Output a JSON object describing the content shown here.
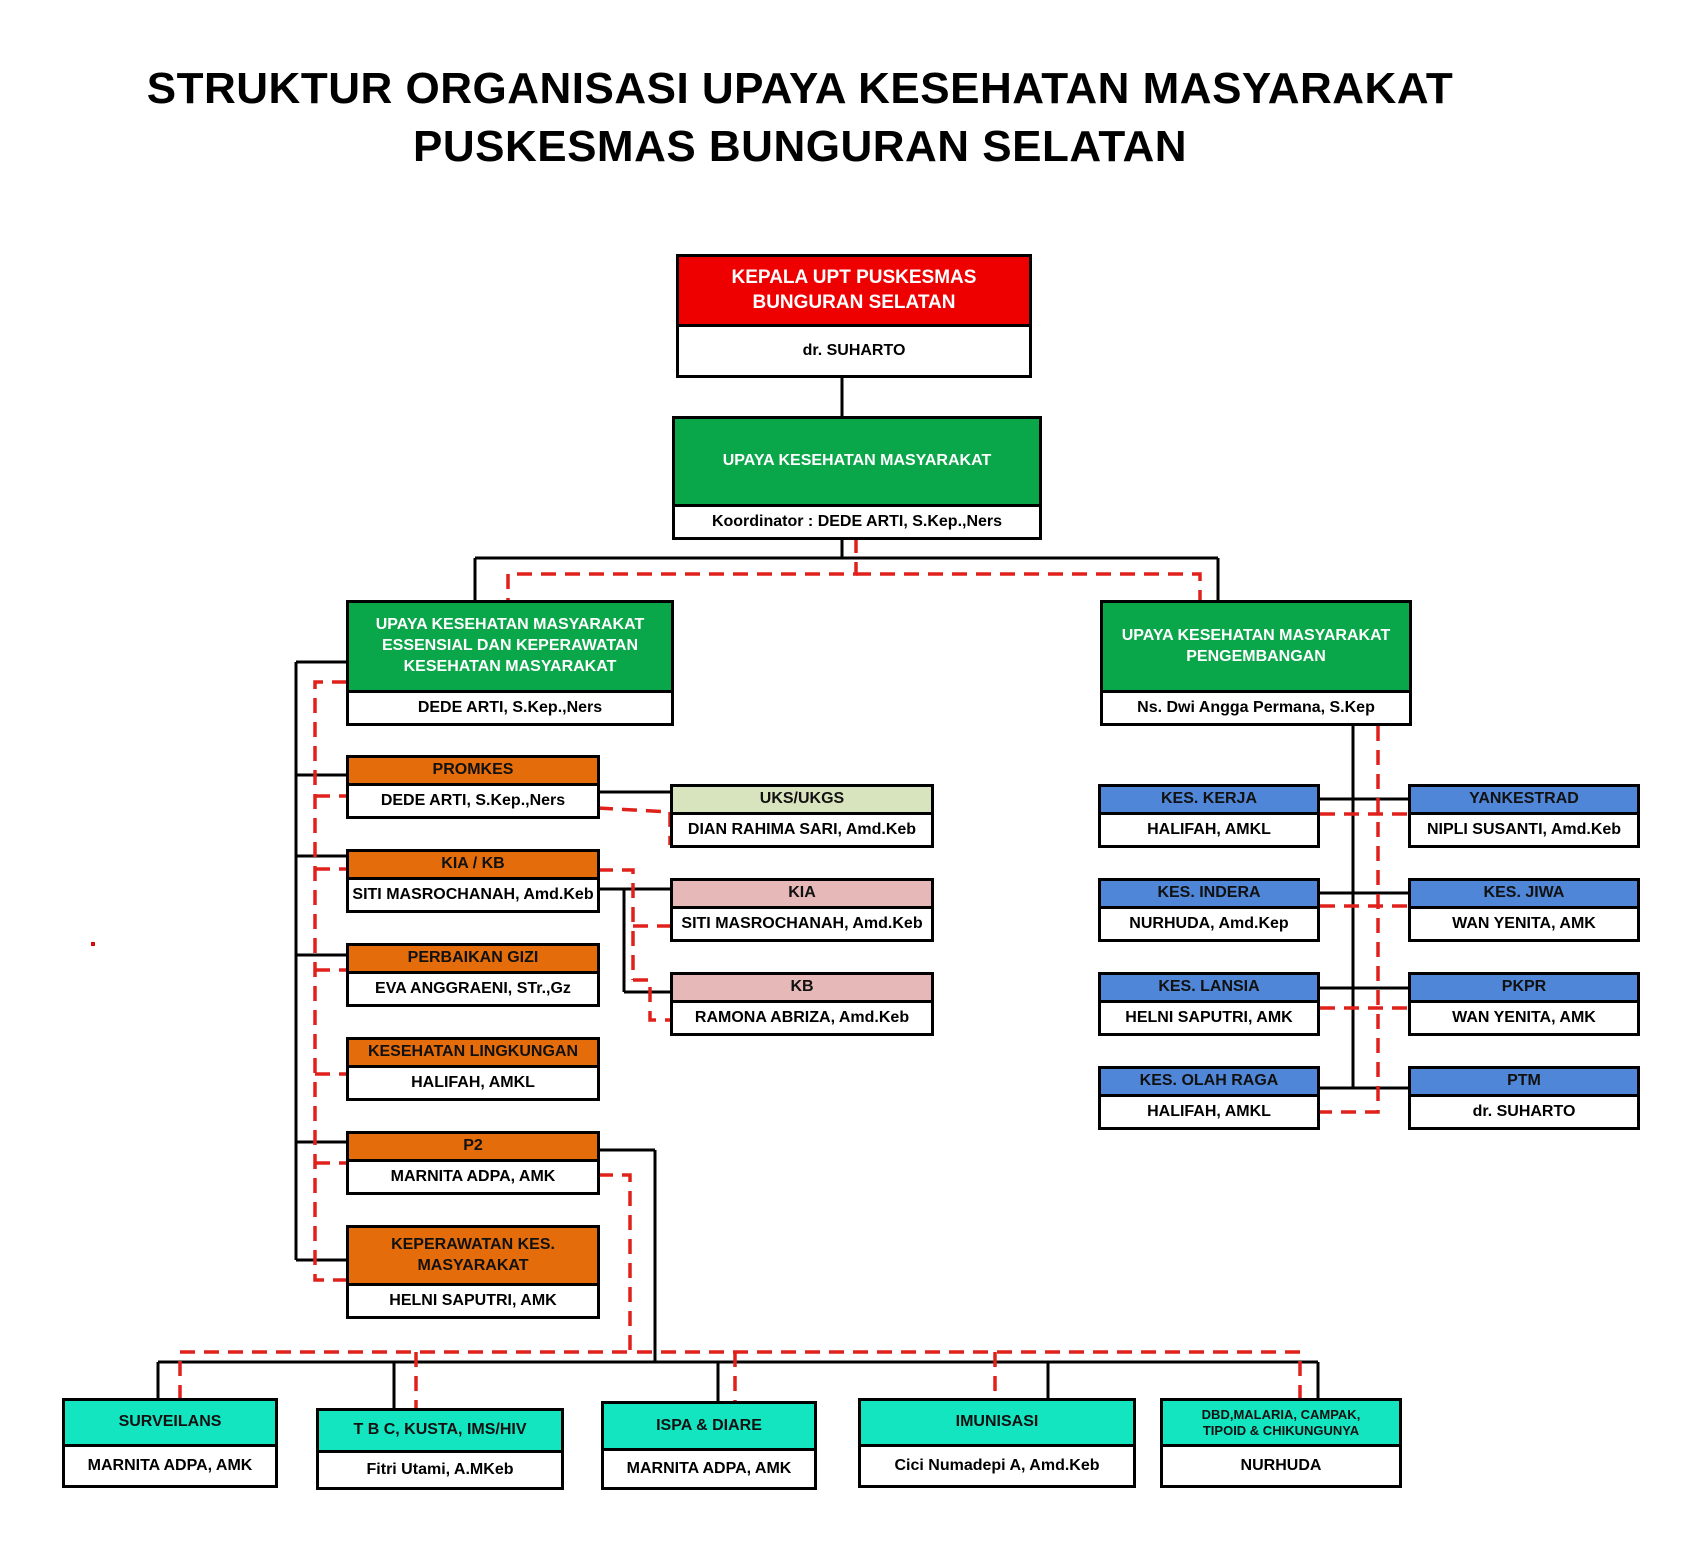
{
  "title": {
    "line1": "STRUKTUR ORGANISASI UPAYA KESEHATAN MASYARAKAT",
    "line2": "PUSKESMAS BUNGURAN SELATAN"
  },
  "colors": {
    "red": "#ee0000",
    "green": "#0aa64a",
    "orange": "#e46c0a",
    "light_green": "#d7e4bd",
    "pink": "#e6b9b8",
    "blue": "#4f86d8",
    "teal": "#13e5c0",
    "dashed_line": "#e0201b"
  },
  "nodes": {
    "kepala": {
      "title": "KEPALA UPT PUSKESMAS BUNGURAN SELATAN",
      "name": "dr. SUHARTO"
    },
    "ukm": {
      "title": "UPAYA KESEHATAN MASYARAKAT",
      "name": "Koordinator : DEDE ARTI, S.Kep.,Ners"
    },
    "esensial": {
      "title": "UPAYA KESEHATAN MASYARAKAT ESSENSIAL DAN KEPERAWATAN KESEHATAN MASYARAKAT",
      "name": "DEDE ARTI, S.Kep.,Ners"
    },
    "pengembangan": {
      "title": "UPAYA KESEHATAN MASYARAKAT PENGEMBANGAN",
      "name": "Ns. Dwi Angga Permana, S.Kep"
    },
    "promkes": {
      "title": "PROMKES",
      "name": "DEDE ARTI, S.Kep.,Ners"
    },
    "kiakb": {
      "title": "KIA / KB",
      "name": "SITI MASROCHANAH, Amd.Keb"
    },
    "gizi": {
      "title": "PERBAIKAN GIZI",
      "name": "EVA ANGGRAENI, STr.,Gz"
    },
    "kesling": {
      "title": "KESEHATAN LINGKUNGAN",
      "name": "HALIFAH, AMKL"
    },
    "p2": {
      "title": "P2",
      "name": "MARNITA ADPA, AMK"
    },
    "perkesmas": {
      "title": "KEPERAWATAN KES. MASYARAKAT",
      "name": "HELNI SAPUTRI, AMK"
    },
    "uks": {
      "title": "UKS/UKGS",
      "name": "DIAN RAHIMA SARI, Amd.Keb"
    },
    "kia": {
      "title": "KIA",
      "name": "SITI MASROCHANAH, Amd.Keb"
    },
    "kb": {
      "title": "KB",
      "name": "RAMONA ABRIZA, Amd.Keb"
    },
    "keskerja": {
      "title": "KES. KERJA",
      "name": "HALIFAH, AMKL"
    },
    "kesindera": {
      "title": "KES. INDERA",
      "name": "NURHUDA, Amd.Kep"
    },
    "keslansia": {
      "title": "KES. LANSIA",
      "name": "HELNI SAPUTRI, AMK"
    },
    "kesolahraga": {
      "title": "KES. OLAH RAGA",
      "name": "HALIFAH, AMKL"
    },
    "yankestrad": {
      "title": "YANKESTRAD",
      "name": "NIPLI SUSANTI, Amd.Keb"
    },
    "kesjiwa": {
      "title": "KES. JIWA",
      "name": "WAN YENITA, AMK"
    },
    "pkpr": {
      "title": "PKPR",
      "name": "WAN YENITA, AMK"
    },
    "ptm": {
      "title": "PTM",
      "name": "dr. SUHARTO"
    },
    "surveilans": {
      "title": "SURVEILANS",
      "name": "MARNITA ADPA, AMK"
    },
    "tbc": {
      "title": "T B C, KUSTA, IMS/HIV",
      "name": "Fitri Utami, A.MKeb"
    },
    "ispa": {
      "title": "ISPA & DIARE",
      "name": "MARNITA ADPA, AMK"
    },
    "imunisasi": {
      "title": "IMUNISASI",
      "name": "Cici Numadepi A, Amd.Keb"
    },
    "dbd": {
      "title": "DBD,MALARIA, CAMPAK, TIPOID & CHIKUNGUNYA",
      "name": "NURHUDA"
    }
  }
}
